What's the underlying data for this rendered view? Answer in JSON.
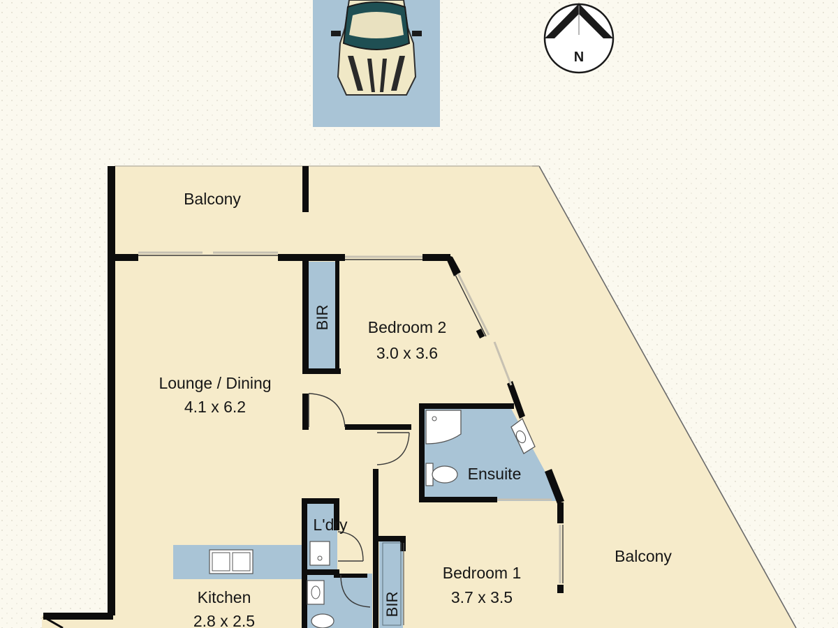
{
  "compass": {
    "letter": "N",
    "icon": "north-arrow-icon"
  },
  "parking": {
    "icon": "car-icon"
  },
  "rooms": {
    "balcony_top": {
      "name": "Balcony"
    },
    "bir_1": {
      "name": "BIR"
    },
    "bedroom_2": {
      "name": "Bedroom 2",
      "size": "3.0 x 3.6"
    },
    "lounge_dining": {
      "name": "Lounge / Dining",
      "size": "4.1 x 6.2"
    },
    "ensuite": {
      "name": "Ensuite"
    },
    "laundry": {
      "name": "L'dry"
    },
    "balcony_right": {
      "name": "Balcony"
    },
    "bedroom_1": {
      "name": "Bedroom 1",
      "size": "3.7 x 3.5"
    },
    "kitchen": {
      "name": "Kitchen",
      "size": "2.8 x 2.5"
    },
    "bir_2": {
      "name": "BIR"
    }
  },
  "colors": {
    "background": "#fbf9ef",
    "floor": "#f6ebca",
    "wet_area": "#a9c4d6",
    "wall": "#0d0d0d",
    "car_body": "#1f4f53",
    "car_roof": "#efe7c6"
  }
}
